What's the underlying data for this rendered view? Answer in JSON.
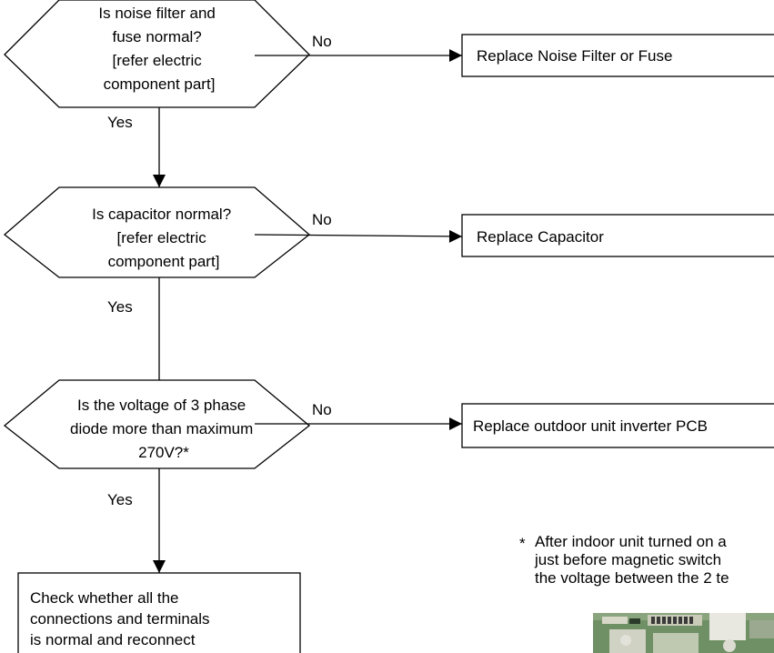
{
  "decisions": [
    {
      "lines": [
        "Is noise filter and",
        "fuse normal?",
        "[refer electric",
        "component part]"
      ],
      "no_label": "No",
      "yes_label": "Yes"
    },
    {
      "lines": [
        "Is capacitor normal?",
        "[refer electric",
        "component part]"
      ],
      "no_label": "No",
      "yes_label": "Yes"
    },
    {
      "lines": [
        "Is the voltage of 3 phase",
        "diode more than maximum",
        "270V?*"
      ],
      "no_label": "No",
      "yes_label": "Yes"
    }
  ],
  "actions": [
    "Replace Noise Filter or Fuse",
    "Replace Capacitor",
    "Replace outdoor unit inverter PCB"
  ],
  "final_box": {
    "lines": [
      "Check whether all the",
      "connections and terminals",
      "is normal and reconnect"
    ]
  },
  "footnote": {
    "marker": "*",
    "lines": [
      "After indoor unit turned on a",
      "just before magnetic switch",
      "the voltage between the 2 te"
    ]
  },
  "colors": {
    "line": "#000000",
    "background": "#ffffff"
  }
}
